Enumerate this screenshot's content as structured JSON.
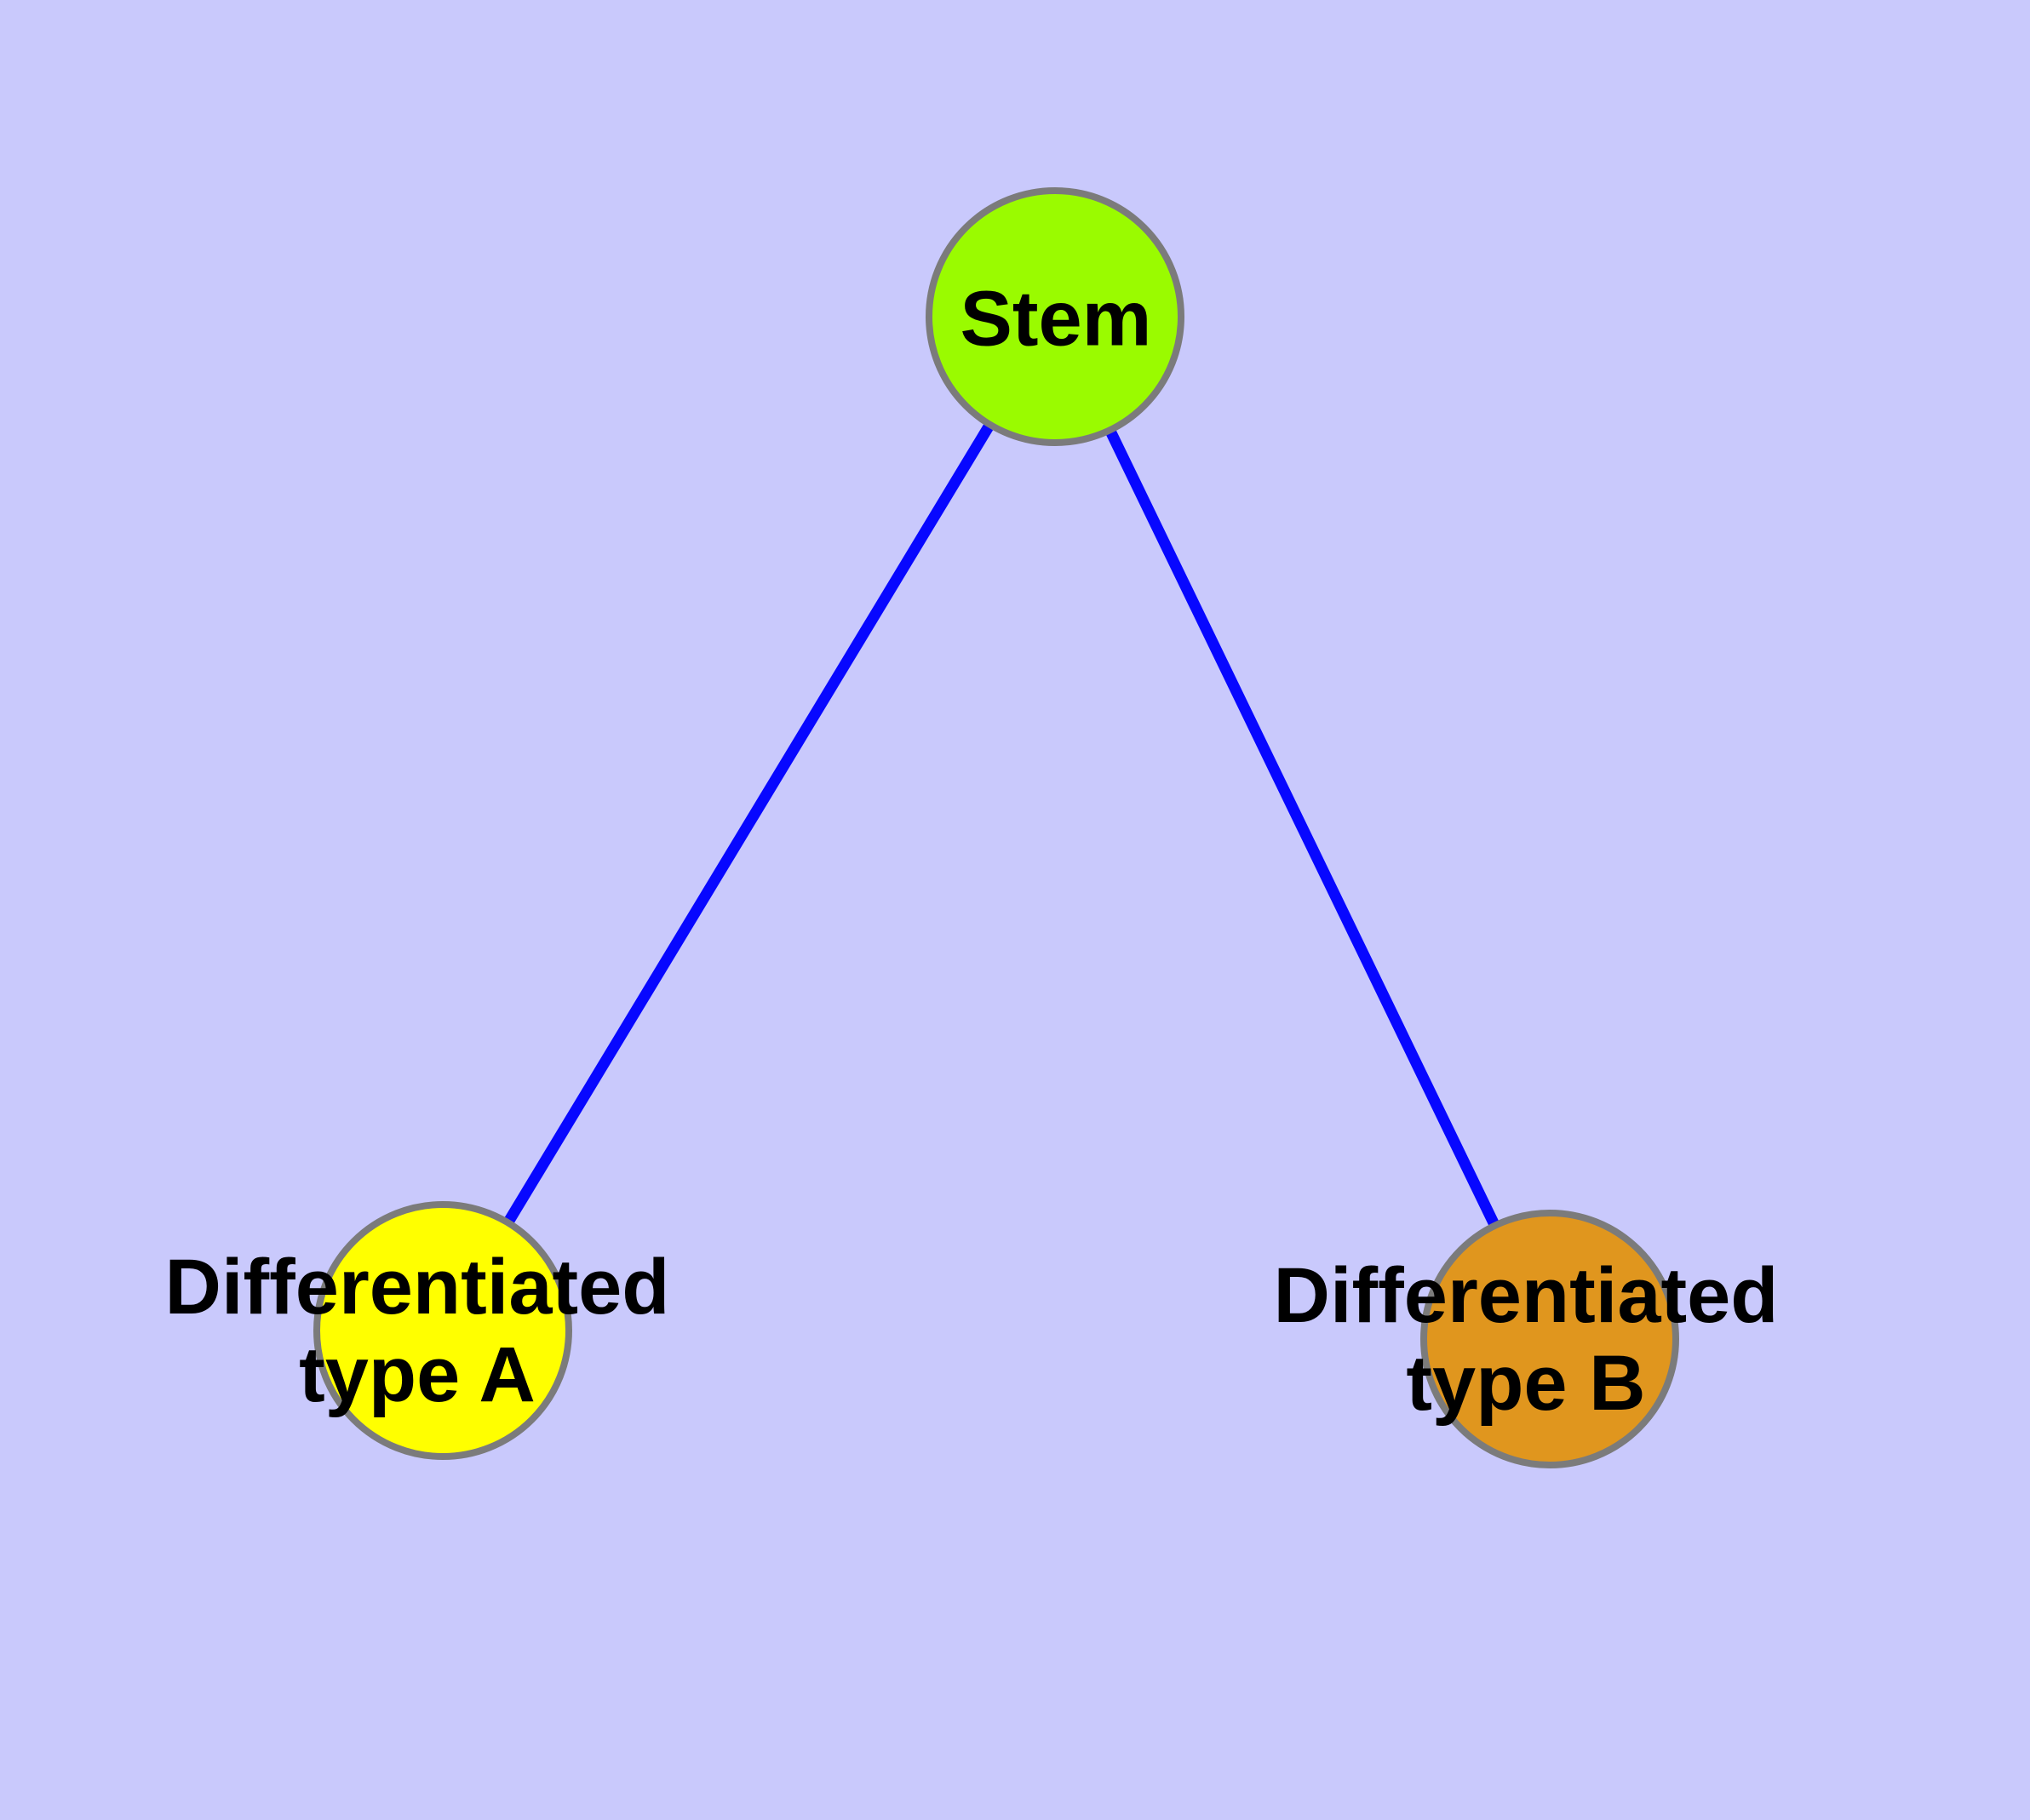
{
  "diagram": {
    "background_color": "#C9C9FC",
    "edge_color": "#0707FF",
    "node_border_color": "#7B7B7B",
    "text_color": "#000000",
    "nodes": [
      {
        "id": "stem",
        "label": "Stem",
        "fill": "#9AFB00"
      },
      {
        "id": "differentiated-type-a",
        "line1": "Differentiated",
        "line2": "type A",
        "fill": "#FFFF00"
      },
      {
        "id": "differentiated-type-b",
        "line1": "Differentiated",
        "line2": "type B",
        "fill": "#E0961E"
      }
    ],
    "edges": [
      {
        "from": "Stem",
        "to": "Differentiated type A"
      },
      {
        "from": "Stem",
        "to": "Differentiated type B"
      }
    ]
  }
}
